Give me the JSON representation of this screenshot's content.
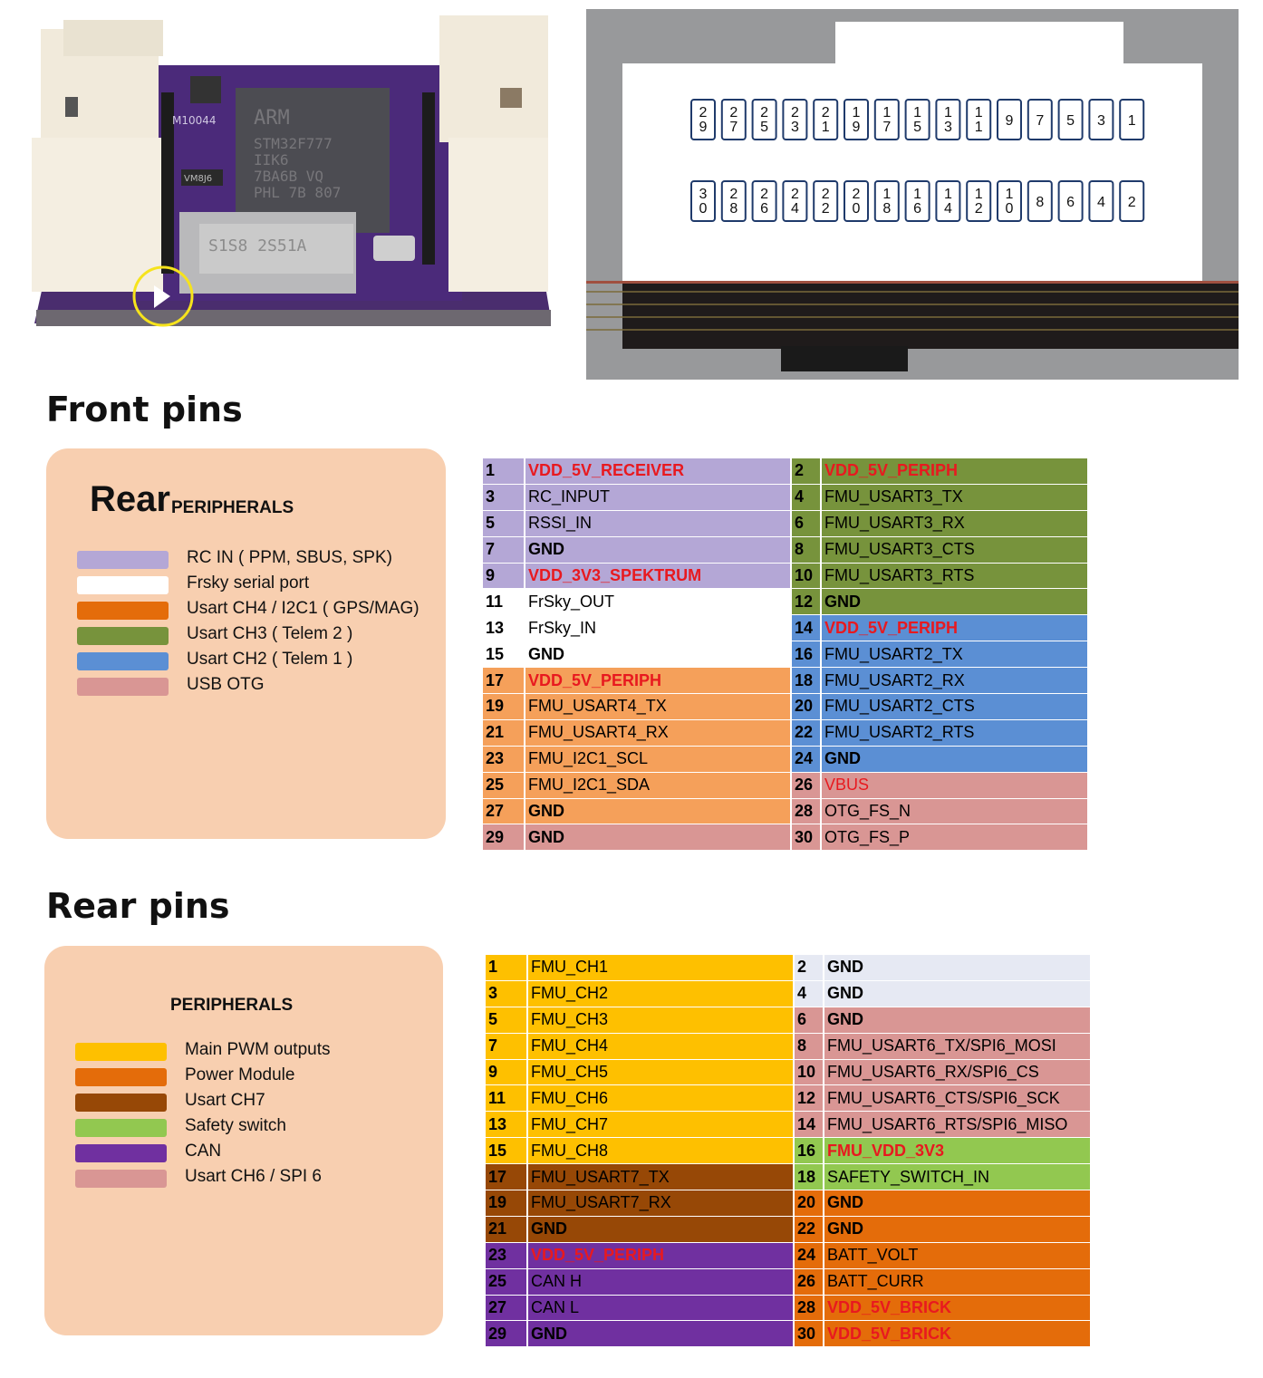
{
  "colors": {
    "rc_in": "#b4a7d6",
    "frsky": "#ffffff",
    "usart4": "#f5a05a",
    "usart3": "#77933c",
    "usart2": "#5b8fd4",
    "usb": "#d99694",
    "main_pwm": "#fec000",
    "power": "#e46c0a",
    "usart7": "#974806",
    "safety": "#92c850",
    "can": "#7030a0",
    "usart6": "#d99694",
    "gnd_gray": "#e6e9f3",
    "text_red": "#e8191f",
    "legend_bg": "#f8cfb0"
  },
  "board_photo": {
    "chip_text": [
      "ARM",
      "STM32F777",
      "IIK6",
      "7BA6B VQ",
      "PHL 7B 807"
    ],
    "sd_text": "S1S8 2S51A",
    "label_m": "M10044",
    "vm_text": "VM8J6"
  },
  "connector": {
    "top_row": [
      "29",
      "27",
      "25",
      "23",
      "21",
      "19",
      "17",
      "15",
      "13",
      "11",
      "9",
      "7",
      "5",
      "3",
      "1"
    ],
    "bottom_row": [
      "30",
      "28",
      "26",
      "24",
      "22",
      "20",
      "18",
      "16",
      "14",
      "12",
      "10",
      "8",
      "6",
      "4",
      "2"
    ]
  },
  "front": {
    "heading": "Front pins",
    "legend": {
      "title_big": "Rear",
      "title_small": "PERIPHERALS",
      "items": [
        {
          "label": "RC IN ( PPM, SBUS, SPK)",
          "color": "#b4a7d6"
        },
        {
          "label": "Frsky serial port",
          "color": "#ffffff"
        },
        {
          "label": "Usart CH4 / I2C1 ( GPS/MAG)",
          "color": "#e46c0a"
        },
        {
          "label": "Usart CH3 ( Telem  2 )",
          "color": "#77933c"
        },
        {
          "label": "Usart CH2 ( Telem  1 )",
          "color": "#5b8fd4"
        },
        {
          "label": "USB OTG",
          "color": "#d99694"
        }
      ]
    },
    "rows": [
      {
        "l_pin": "1",
        "l_sig": "VDD_5V_RECEIVER",
        "l_red": true,
        "l_col": "#b4a7d6",
        "r_pin": "2",
        "r_sig": "VDD_5V_PERIPH",
        "r_red": true,
        "r_col": "#77933c"
      },
      {
        "l_pin": "3",
        "l_sig": "RC_INPUT",
        "l_col": "#b4a7d6",
        "r_pin": "4",
        "r_sig": "FMU_USART3_TX",
        "r_col": "#77933c"
      },
      {
        "l_pin": "5",
        "l_sig": "RSSI_IN",
        "l_col": "#b4a7d6",
        "r_pin": "6",
        "r_sig": "FMU_USART3_RX",
        "r_col": "#77933c"
      },
      {
        "l_pin": "7",
        "l_sig": "GND",
        "l_bold": true,
        "l_col": "#b4a7d6",
        "r_pin": "8",
        "r_sig": "FMU_USART3_CTS",
        "r_col": "#77933c"
      },
      {
        "l_pin": "9",
        "l_sig": "VDD_3V3_SPEKTRUM",
        "l_red": true,
        "l_col": "#b4a7d6",
        "r_pin": "10",
        "r_sig": "FMU_USART3_RTS",
        "r_col": "#77933c"
      },
      {
        "l_pin": "11",
        "l_sig": "FrSky_OUT",
        "l_col": "#ffffff",
        "r_pin": "12",
        "r_sig": "GND",
        "r_bold": true,
        "r_col": "#77933c"
      },
      {
        "l_pin": "13",
        "l_sig": "FrSky_IN",
        "l_col": "#ffffff",
        "r_pin": "14",
        "r_sig": "VDD_5V_PERIPH",
        "r_red": true,
        "r_col": "#5b8fd4"
      },
      {
        "l_pin": "15",
        "l_sig": "GND",
        "l_bold": true,
        "l_col": "#ffffff",
        "r_pin": "16",
        "r_sig": "FMU_USART2_TX",
        "r_col": "#5b8fd4"
      },
      {
        "l_pin": "17",
        "l_sig": "VDD_5V_PERIPH",
        "l_red": true,
        "l_col": "#f5a05a",
        "r_pin": "18",
        "r_sig": "FMU_USART2_RX",
        "r_col": "#5b8fd4"
      },
      {
        "l_pin": "19",
        "l_sig": "FMU_USART4_TX",
        "l_col": "#f5a05a",
        "r_pin": "20",
        "r_sig": "FMU_USART2_CTS",
        "r_col": "#5b8fd4"
      },
      {
        "l_pin": "21",
        "l_sig": "FMU_USART4_RX",
        "l_col": "#f5a05a",
        "r_pin": "22",
        "r_sig": "FMU_USART2_RTS",
        "r_col": "#5b8fd4"
      },
      {
        "l_pin": "23",
        "l_sig": "FMU_I2C1_SCL",
        "l_col": "#f5a05a",
        "r_pin": "24",
        "r_sig": "GND",
        "r_bold": true,
        "r_col": "#5b8fd4"
      },
      {
        "l_pin": "25",
        "l_sig": "FMU_I2C1_SDA",
        "l_col": "#f5a05a",
        "r_pin": "26",
        "r_sig": "VBUS",
        "r_redn": true,
        "r_col": "#d99694"
      },
      {
        "l_pin": "27",
        "l_sig": "GND",
        "l_bold": true,
        "l_col": "#f5a05a",
        "r_pin": "28",
        "r_sig": "OTG_FS_N",
        "r_col": "#d99694"
      },
      {
        "l_pin": "29",
        "l_sig": "GND",
        "l_bold": true,
        "l_col": "#d99694",
        "r_pin": "30",
        "r_sig": "OTG_FS_P",
        "r_col": "#d99694"
      }
    ]
  },
  "rear": {
    "heading": "Rear pins",
    "legend": {
      "title_small": "PERIPHERALS",
      "items": [
        {
          "label": "Main PWM outputs",
          "color": "#fec000"
        },
        {
          "label": "Power Module",
          "color": "#e46c0a"
        },
        {
          "label": "Usart CH7",
          "color": "#974806"
        },
        {
          "label": "Safety switch",
          "color": "#92c850"
        },
        {
          "label": "CAN",
          "color": "#7030a0"
        },
        {
          "label": "Usart CH6 / SPI 6",
          "color": "#d99694"
        }
      ]
    },
    "rows": [
      {
        "l_pin": "1",
        "l_sig": "FMU_CH1",
        "l_col": "#fec000",
        "r_pin": "2",
        "r_sig": "GND",
        "r_bold": true,
        "r_col": "#e6e9f3"
      },
      {
        "l_pin": "3",
        "l_sig": "FMU_CH2",
        "l_col": "#fec000",
        "r_pin": "4",
        "r_sig": "GND",
        "r_bold": true,
        "r_col": "#e6e9f3"
      },
      {
        "l_pin": "5",
        "l_sig": "FMU_CH3",
        "l_col": "#fec000",
        "r_pin": "6",
        "r_sig": "GND",
        "r_bold": true,
        "r_col": "#d99694"
      },
      {
        "l_pin": "7",
        "l_sig": "FMU_CH4",
        "l_col": "#fec000",
        "r_pin": "8",
        "r_sig": "FMU_USART6_TX/SPI6_MOSI",
        "r_col": "#d99694"
      },
      {
        "l_pin": "9",
        "l_sig": "FMU_CH5",
        "l_col": "#fec000",
        "r_pin": "10",
        "r_sig": "FMU_USART6_RX/SPI6_CS",
        "r_col": "#d99694"
      },
      {
        "l_pin": "11",
        "l_sig": "FMU_CH6",
        "l_col": "#fec000",
        "r_pin": "12",
        "r_sig": "FMU_USART6_CTS/SPI6_SCK",
        "r_col": "#d99694"
      },
      {
        "l_pin": "13",
        "l_sig": "FMU_CH7",
        "l_col": "#fec000",
        "r_pin": "14",
        "r_sig": "FMU_USART6_RTS/SPI6_MISO",
        "r_col": "#d99694"
      },
      {
        "l_pin": "15",
        "l_sig": "FMU_CH8",
        "l_col": "#fec000",
        "r_pin": "16",
        "r_sig": "FMU_VDD_3V3",
        "r_red": true,
        "r_col": "#92c850"
      },
      {
        "l_pin": "17",
        "l_sig": "FMU_USART7_TX",
        "l_col": "#974806",
        "r_pin": "18",
        "r_sig": "SAFETY_SWITCH_IN",
        "r_col": "#92c850"
      },
      {
        "l_pin": "19",
        "l_sig": "FMU_USART7_RX",
        "l_col": "#974806",
        "r_pin": "20",
        "r_sig": "GND",
        "r_bold": true,
        "r_col": "#e46c0a"
      },
      {
        "l_pin": "21",
        "l_sig": "GND",
        "l_bold": true,
        "l_col": "#974806",
        "r_pin": "22",
        "r_sig": "GND",
        "r_bold": true,
        "r_col": "#e46c0a"
      },
      {
        "l_pin": "23",
        "l_sig": "VDD_5V_PERIPH",
        "l_red": true,
        "l_col": "#7030a0",
        "r_pin": "24",
        "r_sig": "BATT_VOLT",
        "r_col": "#e46c0a"
      },
      {
        "l_pin": "25",
        "l_sig": "CAN H",
        "l_col": "#7030a0",
        "r_pin": "26",
        "r_sig": "BATT_CURR",
        "r_col": "#e46c0a"
      },
      {
        "l_pin": "27",
        "l_sig": "CAN L",
        "l_col": "#7030a0",
        "r_pin": "28",
        "r_sig": "VDD_5V_BRICK",
        "r_red": true,
        "r_col": "#e46c0a"
      },
      {
        "l_pin": "29",
        "l_sig": "GND",
        "l_bold": true,
        "l_col": "#7030a0",
        "r_pin": "30",
        "r_sig": "VDD_5V_BRICK",
        "r_red": true,
        "r_col": "#e46c0a"
      }
    ]
  }
}
